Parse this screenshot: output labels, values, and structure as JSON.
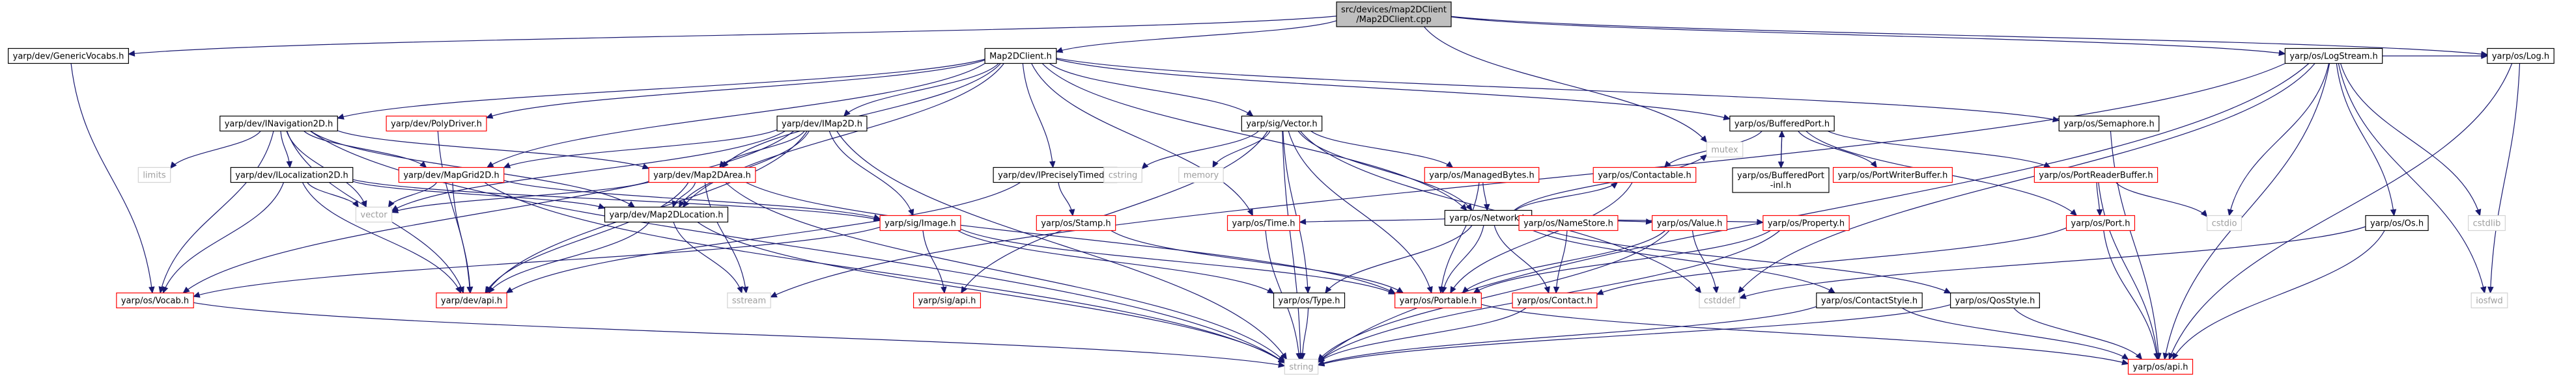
{
  "colors": {
    "edge": "#191970",
    "text": "#000000",
    "grey_text": "#9e9e9e",
    "red_border": "#ff0000",
    "black_border": "#000000",
    "root_fill": "#bfbfbf",
    "node_fill": "#ffffff"
  },
  "nodes": [
    {
      "id": "root",
      "lines": [
        "src/devices/map2DClient",
        "/Map2DClient.cpp"
      ],
      "style": "root"
    },
    {
      "id": "generic_vocabs",
      "lines": [
        "yarp/dev/GenericVocabs.h"
      ],
      "style": "black"
    },
    {
      "id": "map2dclient_h",
      "lines": [
        "Map2DClient.h"
      ],
      "style": "black"
    },
    {
      "id": "log_h",
      "lines": [
        "yarp/os/Log.h"
      ],
      "style": "black"
    },
    {
      "id": "logstream",
      "lines": [
        "yarp/os/LogStream.h"
      ],
      "style": "black"
    },
    {
      "id": "mutex",
      "lines": [
        "mutex"
      ],
      "style": "grey"
    },
    {
      "id": "inav2d",
      "lines": [
        "yarp/dev/INavigation2D.h"
      ],
      "style": "black"
    },
    {
      "id": "polydriver",
      "lines": [
        "yarp/dev/PolyDriver.h"
      ],
      "style": "red"
    },
    {
      "id": "imap2d",
      "lines": [
        "yarp/dev/IMap2D.h"
      ],
      "style": "black"
    },
    {
      "id": "sigvector",
      "lines": [
        "yarp/sig/Vector.h"
      ],
      "style": "black"
    },
    {
      "id": "semaphore",
      "lines": [
        "yarp/os/Semaphore.h"
      ],
      "style": "black"
    },
    {
      "id": "bufferedport",
      "lines": [
        "yarp/os/BufferedPort.h"
      ],
      "style": "black"
    },
    {
      "id": "limits",
      "lines": [
        "limits"
      ],
      "style": "grey"
    },
    {
      "id": "ilocalization",
      "lines": [
        "yarp/dev/ILocalization2D.h"
      ],
      "style": "black"
    },
    {
      "id": "mapgrid",
      "lines": [
        "yarp/dev/MapGrid2D.h"
      ],
      "style": "red"
    },
    {
      "id": "map2darea",
      "lines": [
        "yarp/dev/Map2DArea.h"
      ],
      "style": "red"
    },
    {
      "id": "ipreciselytimed",
      "lines": [
        "yarp/dev/IPreciselyTimed.h"
      ],
      "style": "black"
    },
    {
      "id": "cstring",
      "lines": [
        "cstring"
      ],
      "style": "grey"
    },
    {
      "id": "memory",
      "lines": [
        "memory"
      ],
      "style": "grey"
    },
    {
      "id": "managedbytes",
      "lines": [
        "yarp/os/ManagedBytes.h"
      ],
      "style": "red"
    },
    {
      "id": "network",
      "lines": [
        "yarp/os/Network.h"
      ],
      "style": "black"
    },
    {
      "id": "contactable",
      "lines": [
        "yarp/os/Contactable.h"
      ],
      "style": "red"
    },
    {
      "id": "bufferedportimpl",
      "lines": [
        "yarp/os/BufferedPort",
        "-inl.h"
      ],
      "style": "black"
    },
    {
      "id": "portwriterbuffer",
      "lines": [
        "yarp/os/PortWriterBuffer.h"
      ],
      "style": "red"
    },
    {
      "id": "portreaderbuffer",
      "lines": [
        "yarp/os/PortReaderBuffer.h"
      ],
      "style": "red"
    },
    {
      "id": "vector",
      "lines": [
        "vector"
      ],
      "style": "grey"
    },
    {
      "id": "map2dlocation",
      "lines": [
        "yarp/dev/Map2DLocation.h"
      ],
      "style": "black"
    },
    {
      "id": "image",
      "lines": [
        "yarp/sig/Image.h"
      ],
      "style": "red"
    },
    {
      "id": "stamp",
      "lines": [
        "yarp/os/Stamp.h"
      ],
      "style": "red"
    },
    {
      "id": "time",
      "lines": [
        "yarp/os/Time.h"
      ],
      "style": "red"
    },
    {
      "id": "namestore",
      "lines": [
        "yarp/os/NameStore.h"
      ],
      "style": "red"
    },
    {
      "id": "value",
      "lines": [
        "yarp/os/Value.h"
      ],
      "style": "red"
    },
    {
      "id": "property",
      "lines": [
        "yarp/os/Property.h"
      ],
      "style": "red"
    },
    {
      "id": "port",
      "lines": [
        "yarp/os/Port.h"
      ],
      "style": "red"
    },
    {
      "id": "cstdio",
      "lines": [
        "cstdio"
      ],
      "style": "grey"
    },
    {
      "id": "os_h",
      "lines": [
        "yarp/os/Os.h"
      ],
      "style": "black"
    },
    {
      "id": "cstdlib",
      "lines": [
        "cstdlib"
      ],
      "style": "grey"
    },
    {
      "id": "vocab",
      "lines": [
        "yarp/os/Vocab.h"
      ],
      "style": "red"
    },
    {
      "id": "devapi",
      "lines": [
        "yarp/dev/api.h"
      ],
      "style": "red"
    },
    {
      "id": "sstream",
      "lines": [
        "sstream"
      ],
      "style": "grey"
    },
    {
      "id": "sigapi",
      "lines": [
        "yarp/sig/api.h"
      ],
      "style": "red"
    },
    {
      "id": "type_h",
      "lines": [
        "yarp/os/Type.h"
      ],
      "style": "black"
    },
    {
      "id": "portable",
      "lines": [
        "yarp/os/Portable.h"
      ],
      "style": "red"
    },
    {
      "id": "contact",
      "lines": [
        "yarp/os/Contact.h"
      ],
      "style": "red"
    },
    {
      "id": "cstddef",
      "lines": [
        "cstddef"
      ],
      "style": "grey"
    },
    {
      "id": "contactstyle",
      "lines": [
        "yarp/os/ContactStyle.h"
      ],
      "style": "black"
    },
    {
      "id": "qosstyle",
      "lines": [
        "yarp/os/QosStyle.h"
      ],
      "style": "black"
    },
    {
      "id": "iosfwd",
      "lines": [
        "iosfwd"
      ],
      "style": "grey"
    },
    {
      "id": "string",
      "lines": [
        "string"
      ],
      "style": "grey"
    },
    {
      "id": "osapi",
      "lines": [
        "yarp/os/api.h"
      ],
      "style": "red"
    }
  ],
  "edges": [
    [
      "root",
      "generic_vocabs"
    ],
    [
      "root",
      "map2dclient_h"
    ],
    [
      "root",
      "mutex"
    ],
    [
      "root",
      "logstream"
    ],
    [
      "root",
      "log_h"
    ],
    [
      "generic_vocabs",
      "vocab"
    ],
    [
      "map2dclient_h",
      "inav2d"
    ],
    [
      "map2dclient_h",
      "polydriver"
    ],
    [
      "map2dclient_h",
      "imap2d"
    ],
    [
      "map2dclient_h",
      "sigvector"
    ],
    [
      "map2dclient_h",
      "semaphore"
    ],
    [
      "map2dclient_h",
      "bufferedport"
    ],
    [
      "map2dclient_h",
      "mapgrid"
    ],
    [
      "map2dclient_h",
      "map2darea"
    ],
    [
      "map2dclient_h",
      "ipreciselytimed"
    ],
    [
      "map2dclient_h",
      "network"
    ],
    [
      "map2dclient_h",
      "time"
    ],
    [
      "map2dclient_h",
      "map2dlocation"
    ],
    [
      "inav2d",
      "limits"
    ],
    [
      "inav2d",
      "ilocalization"
    ],
    [
      "inav2d",
      "mapgrid"
    ],
    [
      "inav2d",
      "map2darea"
    ],
    [
      "inav2d",
      "vector"
    ],
    [
      "inav2d",
      "map2dlocation"
    ],
    [
      "inav2d",
      "vocab"
    ],
    [
      "inav2d",
      "devapi"
    ],
    [
      "inav2d",
      "string"
    ],
    [
      "polydriver",
      "devapi"
    ],
    [
      "imap2d",
      "mapgrid"
    ],
    [
      "imap2d",
      "map2darea"
    ],
    [
      "imap2d",
      "vector"
    ],
    [
      "imap2d",
      "map2dlocation"
    ],
    [
      "imap2d",
      "image"
    ],
    [
      "imap2d",
      "vocab"
    ],
    [
      "imap2d",
      "devapi"
    ],
    [
      "imap2d",
      "string"
    ],
    [
      "sigvector",
      "cstring"
    ],
    [
      "sigvector",
      "memory"
    ],
    [
      "sigvector",
      "managedbytes"
    ],
    [
      "sigvector",
      "network"
    ],
    [
      "sigvector",
      "type_h"
    ],
    [
      "sigvector",
      "portable"
    ],
    [
      "sigvector",
      "sigapi"
    ],
    [
      "sigvector",
      "string"
    ],
    [
      "sigvector",
      "cstddef"
    ],
    [
      "semaphore",
      "osapi"
    ],
    [
      "bufferedport",
      "contactable"
    ],
    [
      "bufferedport",
      "bufferedportimpl"
    ],
    [
      "bufferedport",
      "portwriterbuffer"
    ],
    [
      "bufferedport",
      "portreaderbuffer"
    ],
    [
      "bufferedport",
      "port"
    ],
    [
      "bufferedportimpl",
      "bufferedport"
    ],
    [
      "ilocalization",
      "vector"
    ],
    [
      "ilocalization",
      "map2dlocation"
    ],
    [
      "ilocalization",
      "image"
    ],
    [
      "ilocalization",
      "vocab"
    ],
    [
      "ilocalization",
      "devapi"
    ],
    [
      "mapgrid",
      "vector"
    ],
    [
      "mapgrid",
      "image"
    ],
    [
      "mapgrid",
      "devapi"
    ],
    [
      "mapgrid",
      "string"
    ],
    [
      "map2darea",
      "vector"
    ],
    [
      "map2darea",
      "map2dlocation"
    ],
    [
      "map2darea",
      "devapi"
    ],
    [
      "map2darea",
      "sstream"
    ],
    [
      "map2darea",
      "string"
    ],
    [
      "map2darea",
      "portable"
    ],
    [
      "ipreciselytimed",
      "stamp"
    ],
    [
      "ipreciselytimed",
      "devapi"
    ],
    [
      "managedbytes",
      "network"
    ],
    [
      "managedbytes",
      "portable"
    ],
    [
      "network",
      "contactable"
    ],
    [
      "network",
      "time"
    ],
    [
      "network",
      "namestore"
    ],
    [
      "network",
      "value"
    ],
    [
      "network",
      "property"
    ],
    [
      "network",
      "portable"
    ],
    [
      "network",
      "contact"
    ],
    [
      "network",
      "contactstyle"
    ],
    [
      "network",
      "qosstyle"
    ],
    [
      "network",
      "mutex"
    ],
    [
      "network",
      "type_h"
    ],
    [
      "contactable",
      "portable"
    ],
    [
      "portreaderbuffer",
      "port"
    ],
    [
      "portreaderbuffer",
      "cstdio"
    ],
    [
      "portreaderbuffer",
      "osapi"
    ],
    [
      "map2dlocation",
      "devapi"
    ],
    [
      "map2dlocation",
      "sstream"
    ],
    [
      "map2dlocation",
      "string"
    ],
    [
      "image",
      "sigapi"
    ],
    [
      "image",
      "portable"
    ],
    [
      "image",
      "type_h"
    ],
    [
      "image",
      "vocab"
    ],
    [
      "stamp",
      "portable"
    ],
    [
      "time",
      "string"
    ],
    [
      "namestore",
      "contact"
    ],
    [
      "value",
      "cstddef"
    ],
    [
      "value",
      "portable"
    ],
    [
      "value",
      "string"
    ],
    [
      "property",
      "portable"
    ],
    [
      "property",
      "string"
    ],
    [
      "port",
      "contact"
    ],
    [
      "port",
      "osapi"
    ],
    [
      "logstream",
      "cstdio"
    ],
    [
      "logstream",
      "os_h"
    ],
    [
      "logstream",
      "cstdlib"
    ],
    [
      "logstream",
      "log_h"
    ],
    [
      "logstream",
      "iosfwd"
    ],
    [
      "logstream",
      "string"
    ],
    [
      "logstream",
      "osapi"
    ],
    [
      "logstream",
      "sstream"
    ],
    [
      "logstream",
      "cstddef"
    ],
    [
      "os_h",
      "cstddef"
    ],
    [
      "os_h",
      "osapi"
    ],
    [
      "log_h",
      "iosfwd"
    ],
    [
      "log_h",
      "osapi"
    ],
    [
      "vocab",
      "string"
    ],
    [
      "type_h",
      "string"
    ],
    [
      "portable",
      "osapi"
    ],
    [
      "contact",
      "string"
    ],
    [
      "contactstyle",
      "string"
    ],
    [
      "contactstyle",
      "osapi"
    ],
    [
      "qosstyle",
      "string"
    ],
    [
      "qosstyle",
      "osapi"
    ]
  ]
}
